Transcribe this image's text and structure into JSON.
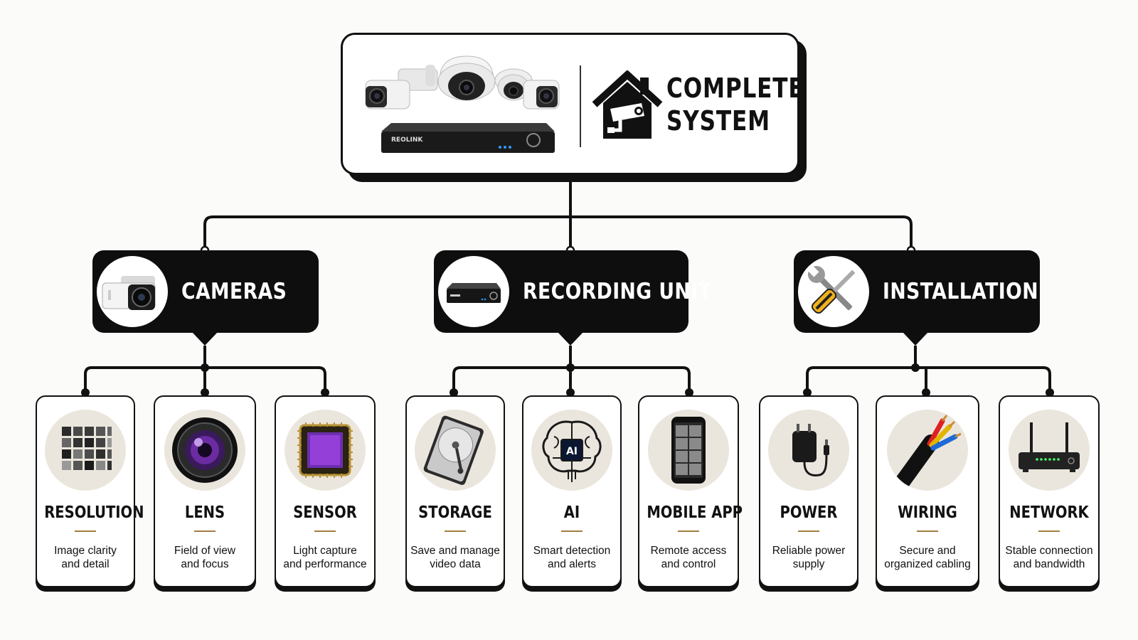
{
  "root": {
    "title_line1": "COMPLETE",
    "title_line2": "SYSTEM",
    "nvr_brand": "REOLINK",
    "icon": "house-camera-icon"
  },
  "categories": [
    {
      "label": "CAMERAS",
      "icon": "bullet-camera-icon",
      "items": [
        {
          "title": "RESOLUTION",
          "desc1": "Image clarity",
          "desc2": "and detail",
          "icon": "pixel-grid-icon"
        },
        {
          "title": "LENS",
          "desc1": "Field of view",
          "desc2": "and focus",
          "icon": "camera-lens-icon"
        },
        {
          "title": "SENSOR",
          "desc1": "Light capture",
          "desc2": "and performance",
          "icon": "image-sensor-icon"
        }
      ]
    },
    {
      "label": "RECORDING UNIT",
      "icon": "nvr-icon",
      "items": [
        {
          "title": "STORAGE",
          "desc1": "Save and manage",
          "desc2": "video data",
          "icon": "hard-drive-icon"
        },
        {
          "title": "AI",
          "desc1": "Smart detection",
          "desc2": "and alerts",
          "icon": "ai-brain-icon",
          "badge": "AI"
        },
        {
          "title": "MOBILE APP",
          "desc1": "Remote access",
          "desc2": "and control",
          "icon": "smartphone-icon"
        }
      ]
    },
    {
      "label": "INSTALLATION",
      "icon": "tools-icon",
      "items": [
        {
          "title": "POWER",
          "desc1": "Reliable power",
          "desc2": "supply",
          "icon": "power-adapter-icon"
        },
        {
          "title": "WIRING",
          "desc1": "Secure and",
          "desc2": "organized cabling",
          "icon": "cable-icon"
        },
        {
          "title": "NETWORK",
          "desc1": "Stable connection",
          "desc2": "and bandwidth",
          "icon": "router-icon"
        }
      ]
    }
  ]
}
